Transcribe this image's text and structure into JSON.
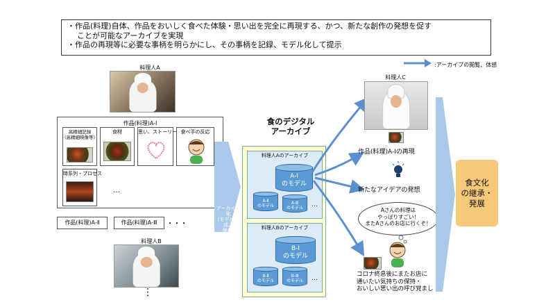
{
  "summary": {
    "line1": "・作品(料理)自体、作品をおいしく食べた体験・思い出を完全に再現する、かつ、新たな創作の発想を促す",
    "line1b": "ことが可能なアーカイブを実現",
    "line2": "・作品の再現等に必要な事柄を明らかにし、その事柄を記録、モデル化して提示"
  },
  "legend": {
    "arrow_label": ":アーカイブの閲覧、体感"
  },
  "chef_a": {
    "label": "料理人A"
  },
  "works_a": {
    "title": "作品(料理)A-I",
    "cells": [
      "高精細記録\n(高精細映像等)",
      "食材",
      "思い、ストーリー",
      "食べ手の反応",
      "時系列・プロセス"
    ],
    "ellipsis": "…"
  },
  "other_works": [
    "作品(料理)A-Ⅱ",
    "作品(料理)A-Ⅲ"
  ],
  "other_works_ellipsis": "・・・",
  "chef_b": {
    "label": "料理人B"
  },
  "chef_b_ellipsis": "⋮",
  "archiving": {
    "label": "アーカイブ化\n(モデル生成、\n保存)"
  },
  "archive": {
    "title": "食のデジタル\nアーカイブ",
    "panel_a": {
      "title": "料理人Aのアーカイブ",
      "main": "A-I\nのモデル",
      "sub1": "A-Ⅱ\nのモデル",
      "sub2": "A-Ⅲ\nのモデル",
      "ellipsis": "…"
    },
    "panel_b": {
      "title": "料理人Bのアーカイブ",
      "main": "B-I\nのモデル",
      "sub1": "B-Ⅱ\nのモデル",
      "sub2": "B-Ⅲ\nのモデル",
      "ellipsis": "…"
    }
  },
  "chef_c": {
    "label": "料理人C"
  },
  "outcomes": {
    "reproduce": "作品(料理)A-Iの再現",
    "new_idea": "新たなアイデアの発想",
    "bubble": "Aさんの料理は\nやっぱりすごい！\nまたAさんのお店に行くぞ！",
    "memory": "コロナ終息後にまたお店に\n通いたい気持ちの保持・\nおいしい思い出の呼び覚まし"
  },
  "conclusion": {
    "text": "食文化\nの継承・\n発展"
  },
  "colors": {
    "arrow": "#5b8fcf",
    "archive_bg": "#ffffd2",
    "panel_bg": "#dcebf7",
    "model": "#5b9bd5",
    "conclusion": "#f9c97a"
  }
}
